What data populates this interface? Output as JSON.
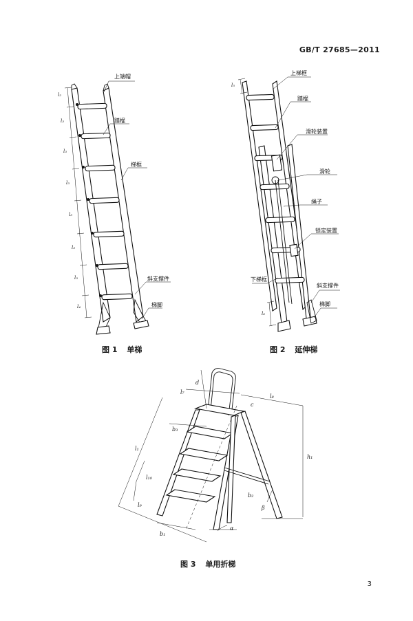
{
  "header": {
    "standard": "GB/T 27685—2011"
  },
  "figure1": {
    "caption_num": "图 1",
    "caption_title": "单梯",
    "labels": {
      "top_cap": "上端帽",
      "rung": "踏棍",
      "rail": "梯框",
      "brace": "斜支撑件",
      "foot": "梯脚"
    },
    "dims": [
      "l₂",
      "l₃",
      "l₃",
      "l₃",
      "l₃",
      "l₃",
      "l₃",
      "l₄"
    ]
  },
  "figure2": {
    "caption_num": "图 2",
    "caption_title": "延伸梯",
    "labels": {
      "upper_rail": "上梯框",
      "rung": "踏棍",
      "pulley_device": "滑轮装置",
      "pulley": "滑轮",
      "rope": "绳子",
      "lock": "锁定装置",
      "lower_rail": "下梯框",
      "brace": "斜支撑件",
      "foot": "梯脚"
    },
    "dims": [
      "l₅",
      "l₆"
    ]
  },
  "figure3": {
    "caption_num": "图 3",
    "caption_title": "单用折梯",
    "dims": {
      "d": "d",
      "l7": "l₇",
      "l8": "l₈",
      "c": "c",
      "b3": "b₃",
      "l1": "l₁",
      "l10": "l₁₀",
      "l9": "l₉",
      "h1": "h₁",
      "b2": "b₂",
      "beta": "β",
      "b1": "b₁",
      "alpha": "α"
    }
  },
  "page_number": "3"
}
